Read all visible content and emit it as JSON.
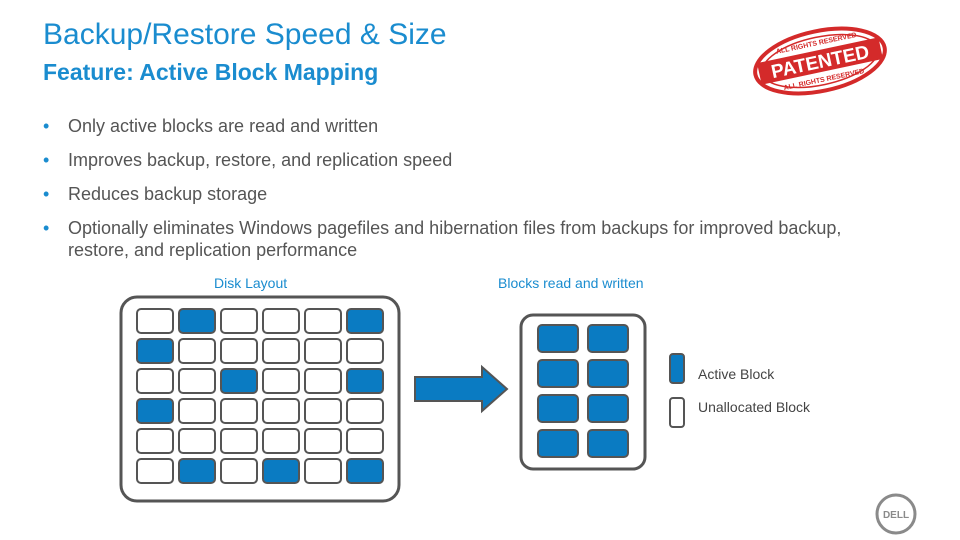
{
  "slide": {
    "title": "Backup/Restore Speed & Size",
    "subtitle": "Feature: Active Block Mapping",
    "bullets": [
      "Only active blocks are read and written",
      "Improves backup, restore, and replication speed",
      "Reduces backup storage",
      "Optionally eliminates Windows pagefiles and hibernation files from backups for improved backup, restore, and replication performance"
    ]
  },
  "stamp": {
    "top_text": "ALL RIGHTS RESERVED",
    "main_text": "PATENTED",
    "bottom_text": "ALL RIGHTS RESERVED",
    "color": "#d42a2a"
  },
  "diagram": {
    "disk_caption": "Disk Layout",
    "blocks_caption": "Blocks read and written",
    "disk_grid": [
      [
        0,
        1,
        0,
        0,
        0,
        1
      ],
      [
        1,
        0,
        0,
        0,
        0,
        0
      ],
      [
        0,
        0,
        1,
        0,
        0,
        1
      ],
      [
        1,
        0,
        0,
        0,
        0,
        0
      ],
      [
        0,
        0,
        0,
        0,
        0,
        0
      ],
      [
        0,
        1,
        0,
        1,
        0,
        1
      ]
    ],
    "active_grid_rows": 4,
    "active_grid_cols": 2,
    "active_color": "#0a7bc2",
    "legend": [
      {
        "label": "Active Block",
        "type": "active"
      },
      {
        "label": "Unallocated Block",
        "type": "unallocated"
      }
    ]
  },
  "logo": {
    "text": "DELL"
  }
}
